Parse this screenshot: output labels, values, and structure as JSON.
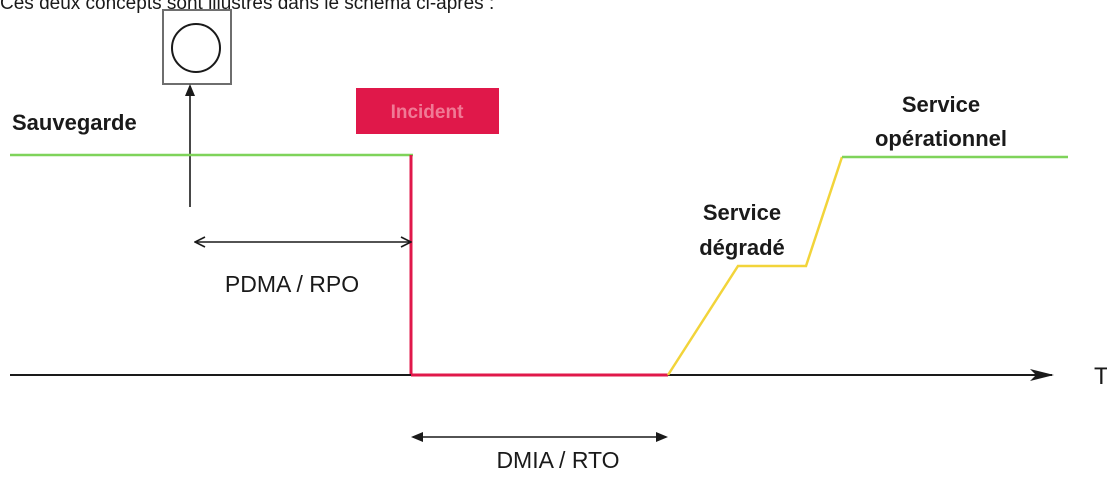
{
  "caption": "Ces deux concepts sont illustrés dans le schéma ci-après :",
  "labels": {
    "backup": "Sauvegarde",
    "incident": "Incident",
    "service_operational_line1": "Service",
    "service_operational_line2": "opérationnel",
    "service_degraded_line1": "Service",
    "service_degraded_line2": "dégradé",
    "rpo": "PDMA / RPO",
    "rto": "DMIA / RTO",
    "time_axis": "T"
  },
  "colors": {
    "service_line": "#7fd35a",
    "incident": "#e0184a",
    "incident_text": "#f07a95",
    "degraded_line": "#f2d43a",
    "axis": "#1a1a1a",
    "text": "#1a1a1a"
  },
  "icons": {
    "backup": "backup-storage-icon"
  }
}
